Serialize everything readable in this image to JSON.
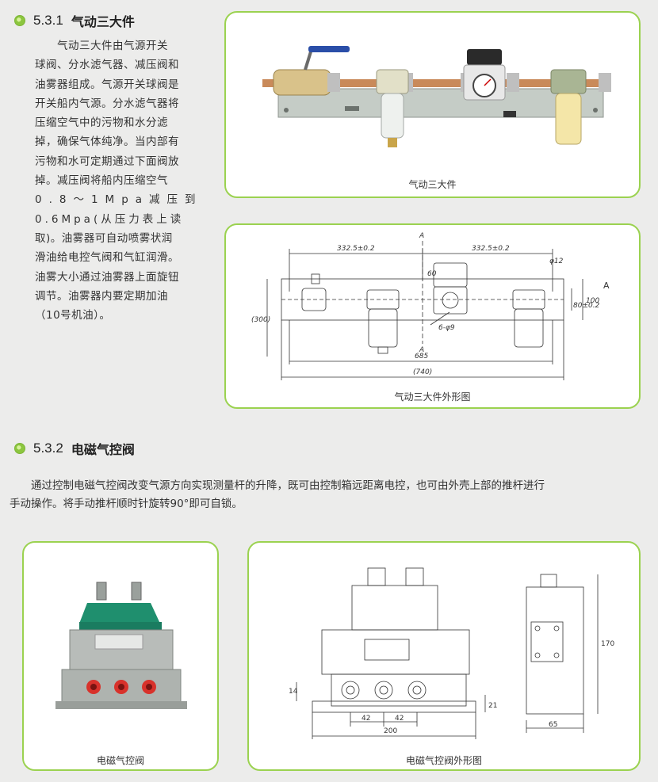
{
  "section1": {
    "number": "5.3.1",
    "title": "气动三大件",
    "lines": [
      "　　气动三大件由气源开关",
      "球阀、分水滤气器、减压阀和",
      "油雾器组成。气源开关球阀是",
      "开关船内气源。分水滤气器将",
      "压缩空气中的污物和水分滤",
      "掉，确保气体纯净。当内部有",
      "污物和水可定期通过下面阀放",
      "掉。减压阀将船内压缩空气",
      "0.8～1Mpa减压到",
      "0.6Mpa(从压力表上读",
      "取)。油雾器可自动喷雾状润",
      "滑油给电控气阀和气缸润滑。",
      "油雾大小通过油雾器上面旋钮",
      "调节。油雾器内要定期加油",
      "（10号机油）。"
    ],
    "photo_caption": "气动三大件",
    "drawing_caption": "气动三大件外形图",
    "drawing": {
      "dim_left": "332.5±0.2",
      "dim_right": "332.5±0.2",
      "dim_60": "60",
      "dim_300": "(300)",
      "dim_685": "685",
      "dim_740": "(740)",
      "dim_80": "80±0.2",
      "dim_100": "100",
      "dim_phi12": "φ12",
      "hole_label": "6-φ9",
      "section_a": "A",
      "right_label": "A"
    }
  },
  "section2": {
    "number": "5.3.2",
    "title": "电磁气控阀",
    "paragraph_line1": "　　通过控制电磁气控阀改变气源方向实现测量杆的升降，既可由控制箱远距离电控，也可由外壳上部的推杆进行",
    "paragraph_line2": "手动操作。将手动推杆顺时针旋转90°即可自锁。",
    "photo_caption": "电磁气控阀",
    "drawing_caption": "电磁气控阀外形图",
    "drawing": {
      "dim_42a": "42",
      "dim_42b": "42",
      "dim_200": "200",
      "dim_14": "14",
      "dim_21": "21",
      "dim_170": "170",
      "dim_65": "65"
    }
  },
  "colors": {
    "card_border": "#9bd250",
    "accent_green": "#8cc63f",
    "page_bg": "#ececeb"
  }
}
